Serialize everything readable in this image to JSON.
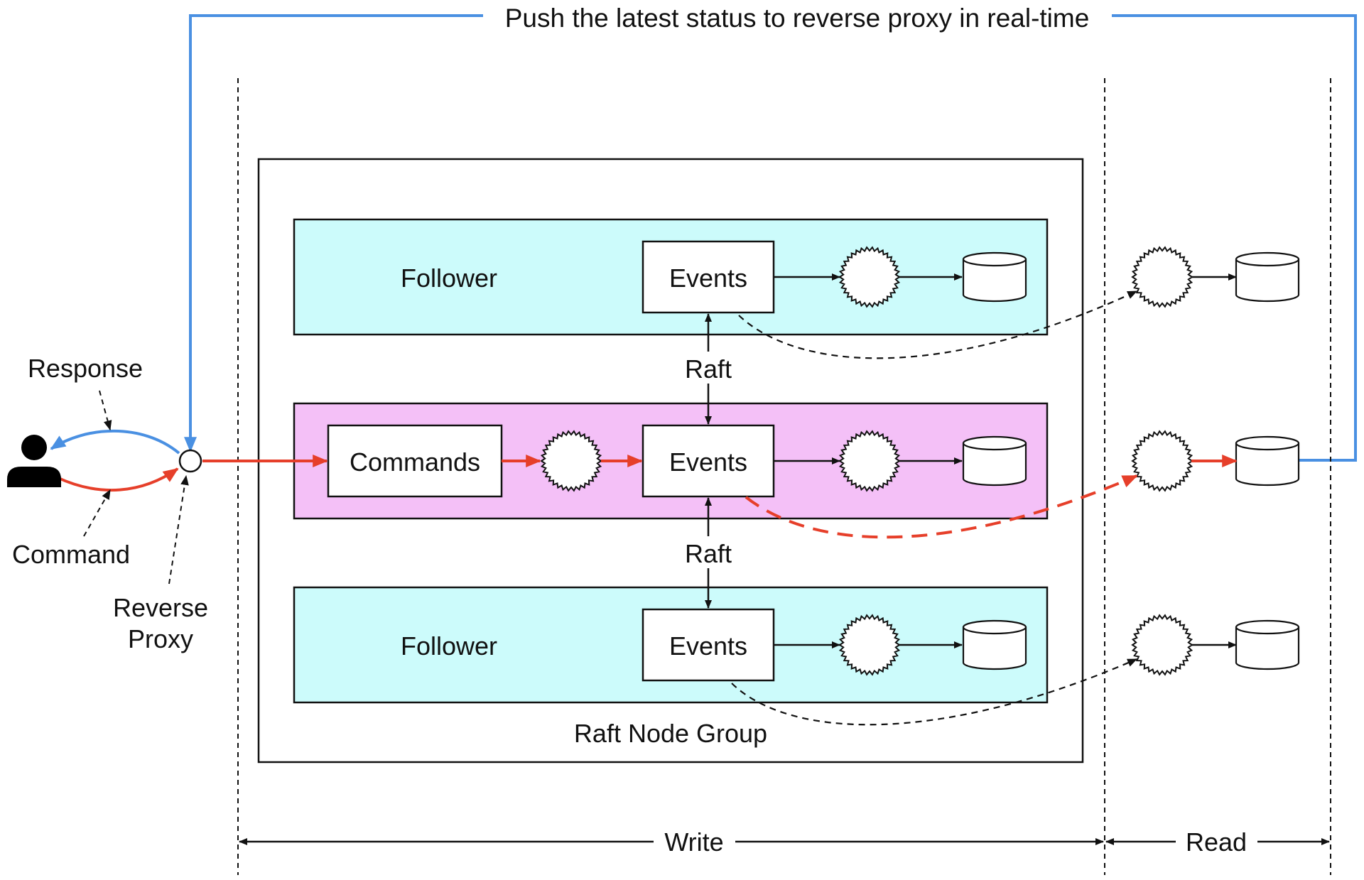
{
  "push_label": "Push the latest status to reverse proxy in real-time",
  "labels": {
    "response": "Response",
    "command": "Command",
    "reverse_proxy_line1": "Reverse",
    "reverse_proxy_line2": "Proxy",
    "raft_node_group": "Raft Node Group",
    "write": "Write",
    "read": "Read"
  },
  "nodes": [
    {
      "role": "Follower",
      "events": "Events"
    },
    {
      "role": "",
      "commands": "Commands",
      "events": "Events"
    },
    {
      "role": "Follower",
      "events": "Events"
    }
  ],
  "raft_labels": [
    "Raft",
    "Raft"
  ],
  "colors": {
    "follower_fill": "#ccfbfb",
    "leader_fill": "#f4c0f7",
    "command_path": "#e63f2a",
    "response_path": "#4a90e2",
    "push_line": "#4a90e2",
    "line": "#111111"
  },
  "icons": {
    "user": "person-icon",
    "processor": "starburst-icon",
    "storage": "database-cylinder-icon",
    "proxy": "circle-node-icon"
  }
}
